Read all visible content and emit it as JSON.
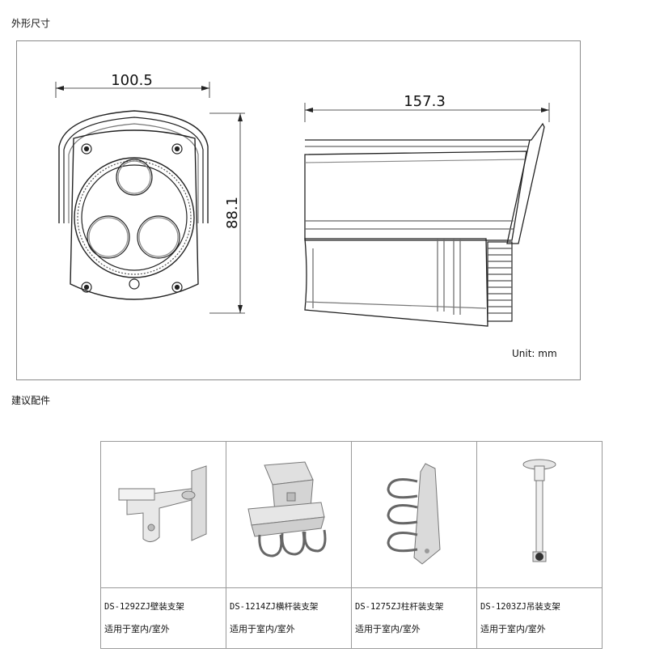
{
  "sections": {
    "dimensions_title": "外形尺寸",
    "accessories_title": "建议配件"
  },
  "drawing": {
    "width_dim": "100.5",
    "height_dim": "88.1",
    "length_dim": "157.3",
    "unit": "Unit: mm"
  },
  "accessories": [
    {
      "name": "DS-1292ZJ壁装支架",
      "use": "适用于室内/室外",
      "icon": "wall-mount-bracket-icon"
    },
    {
      "name": "DS-1214ZJ横杆装支架",
      "use": "适用于室内/室外",
      "icon": "horizontal-pole-bracket-icon"
    },
    {
      "name": "DS-1275ZJ柱杆装支架",
      "use": "适用于室内/室外",
      "icon": "vertical-pole-bracket-icon"
    },
    {
      "name": "DS-1203ZJ吊装支架",
      "use": "适用于室内/室外",
      "icon": "pendant-mount-bracket-icon"
    }
  ]
}
